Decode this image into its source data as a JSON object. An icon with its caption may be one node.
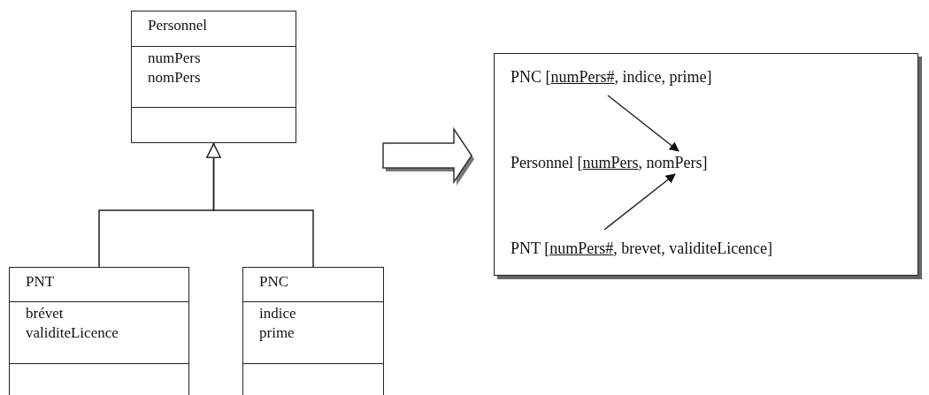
{
  "diagram": {
    "nodes": [
      {
        "text": [
          "Personnel",
          "numPers",
          "nomPers"
        ]
      },
      {
        "text": [
          "PNT",
          "brévet",
          "validiteLicence"
        ]
      },
      {
        "text": [
          "PNC",
          "indice",
          "prime"
        ]
      },
      {
        "text": [],
        "shape": "box"
      },
      {
        "text": [
          "PNC [numPers#, indice, prime]"
        ],
        "in": 3
      },
      {
        "text": [
          "Personnel [numPers, nomPers]"
        ],
        "in": 3
      },
      {
        "text": [
          "PNT [numPers#, brevet, validiteLicence]"
        ],
        "in": 3
      }
    ],
    "edges": [
      {
        "from": 1,
        "to": 0,
        "arrow": "to"
      },
      {
        "from": 2,
        "to": 0,
        "arrow": "to"
      },
      {
        "from": 4,
        "to": 5,
        "arrow": "to"
      },
      {
        "from": 6,
        "to": 5,
        "arrow": "to"
      },
      {
        "from": null,
        "to": 3,
        "arrow": "to",
        "style": "thick"
      }
    ]
  }
}
